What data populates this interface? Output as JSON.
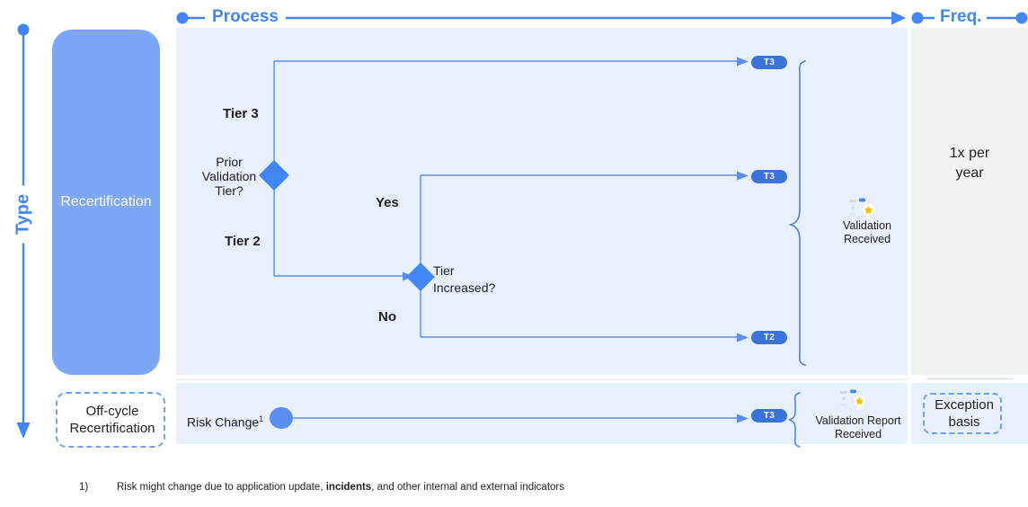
{
  "axes": {
    "type_label": "Type",
    "process_label": "Process",
    "freq_label": "Freq."
  },
  "rows": [
    {
      "type_label": "Recertification",
      "frequency": "1x per\nyear",
      "outcome_label": "Validation\nReceived",
      "outcome_icon": "award-rosette-icon"
    },
    {
      "type_label": "Off-cycle\nRecertification",
      "frequency": "Exception\nbasis",
      "outcome_label": "Validation Report\nReceived",
      "outcome_icon": "award-rosette-icon"
    }
  ],
  "type_cells": {
    "recertification": "Recertification",
    "offcycle": "Off-cycle Recertification",
    "offcycle_line1": "Off-cycle",
    "offcycle_line2": "Recertification"
  },
  "freq_cells": {
    "year_line1": "1x per",
    "year_line2": "year",
    "exception_line1": "Exception",
    "exception_line2": "basis"
  },
  "flow": {
    "decision_1": {
      "name": "Prior Validation Tier?",
      "line1": "Prior",
      "line2": "Validation",
      "line3": "Tier?",
      "branch_up": "Tier 3",
      "branch_down": "Tier 2"
    },
    "decision_2": {
      "name": "Tier Increased?",
      "line1": "Tier",
      "line2": "Increased?",
      "branch_up": "Yes",
      "branch_down": "No"
    },
    "start_offcycle": {
      "label": "Risk Change",
      "footnote_marker": "1"
    },
    "outcomes": {
      "validation_received_line1": "Validation",
      "validation_received_line2": "Received",
      "validation_report_line1": "Validation Report",
      "validation_report_line2": "Received"
    },
    "badges": {
      "t3_top": "T3",
      "t3_mid": "T3",
      "t2": "T2",
      "t3_bottom": "T3"
    }
  },
  "footnote": {
    "number": "1)",
    "text_part1": "Risk might change due to application update, ",
    "bold": "incidents",
    "text_part2": ", and other internal and external indicators"
  },
  "colors": {
    "accent_blue": "#4285F4",
    "panel_blue": "#e8f0fd",
    "panel_gray": "#f1f2f2",
    "recert_fill": "#7ba7f5",
    "badge_fill": "#3b74d8",
    "line_blue": "#5b8def",
    "star_yellow": "#fbbc04"
  }
}
